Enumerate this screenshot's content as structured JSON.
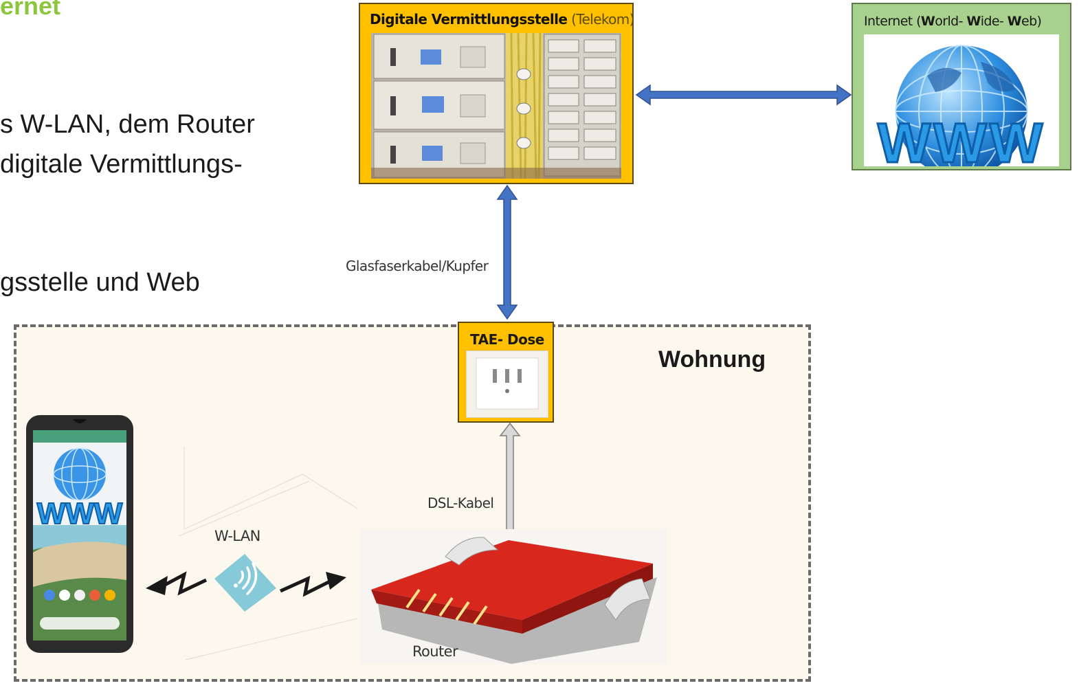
{
  "slide": {
    "title_fragment": "ernet",
    "line1": "s W-LAN, dem Router",
    "line2": " digitale Vermittlungs-",
    "line3": "gsstelle und Web"
  },
  "exchange": {
    "title_bold": "Digitale Vermittlungsstelle",
    "title_rest": " (Telekom)"
  },
  "internet": {
    "title_pre": "Internet (",
    "title_w1": "W",
    "title_mid1": "orld- ",
    "title_w2": "W",
    "title_mid2": "ide- ",
    "title_w3": "W",
    "title_post": "eb)",
    "logo_text": "WWW"
  },
  "cables": {
    "fiber_label": "Glasfaserkabel/Kupfer",
    "dsl_label": "DSL-Kabel"
  },
  "tae": {
    "title": "TAE- Dose"
  },
  "apartment": {
    "label": "Wohnung"
  },
  "wlan": {
    "label": "W-LAN"
  },
  "router": {
    "label": "Router"
  },
  "phone": {
    "logo_text": "WWW"
  },
  "colors": {
    "exchange_fill": "#ffc000",
    "internet_fill": "#a9d18e",
    "arrow_blue": "#4472c4",
    "apartment_fill": "#fcf8ee",
    "title_green": "#8cc63f"
  }
}
